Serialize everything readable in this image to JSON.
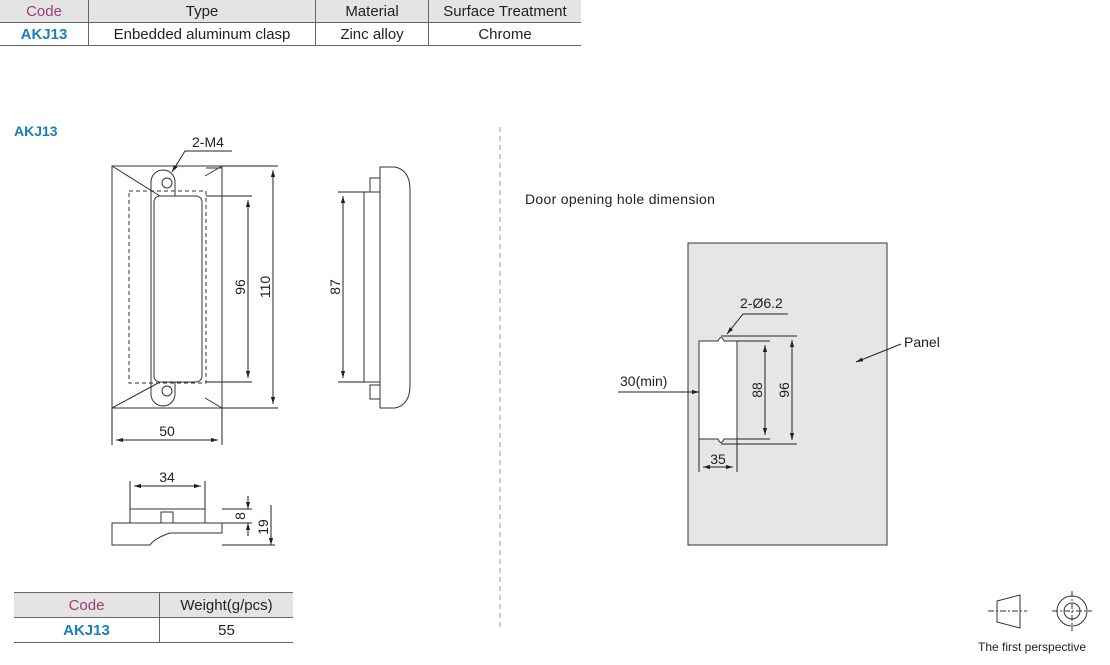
{
  "spec_table": {
    "headers": [
      "Code",
      "Type",
      "Material",
      "Surface Treatment"
    ],
    "row": [
      "AKJ13",
      "Enbedded aluminum clasp",
      "Zinc alloy",
      "Chrome"
    ]
  },
  "section_label": "AKJ13",
  "front_view": {
    "screw_label": "2-M4",
    "dim_width": "50",
    "dim_height_outer": "110",
    "dim_height_inner": "96"
  },
  "side_view": {
    "dim_height": "87"
  },
  "top_view": {
    "dim_width": "34",
    "dim_depth_small": "8",
    "dim_depth_total": "19"
  },
  "hole_drawing": {
    "title": "Door opening hole dimension",
    "hole_label": "2-Ø6.2",
    "panel_label": "Panel",
    "min_label": "30(min)",
    "dim_inner": "88",
    "dim_outer": "96",
    "dim_width": "35"
  },
  "weight_table": {
    "headers": [
      "Code",
      "Weight(g/pcs)"
    ],
    "row": [
      "AKJ13",
      "55"
    ]
  },
  "projection_label": "The first perspective",
  "colors": {
    "code_header": "#a03a78",
    "code_value": "#1a7fb6",
    "header_bg": "#e4e4e4",
    "panel_fill": "#e6e6e6"
  }
}
